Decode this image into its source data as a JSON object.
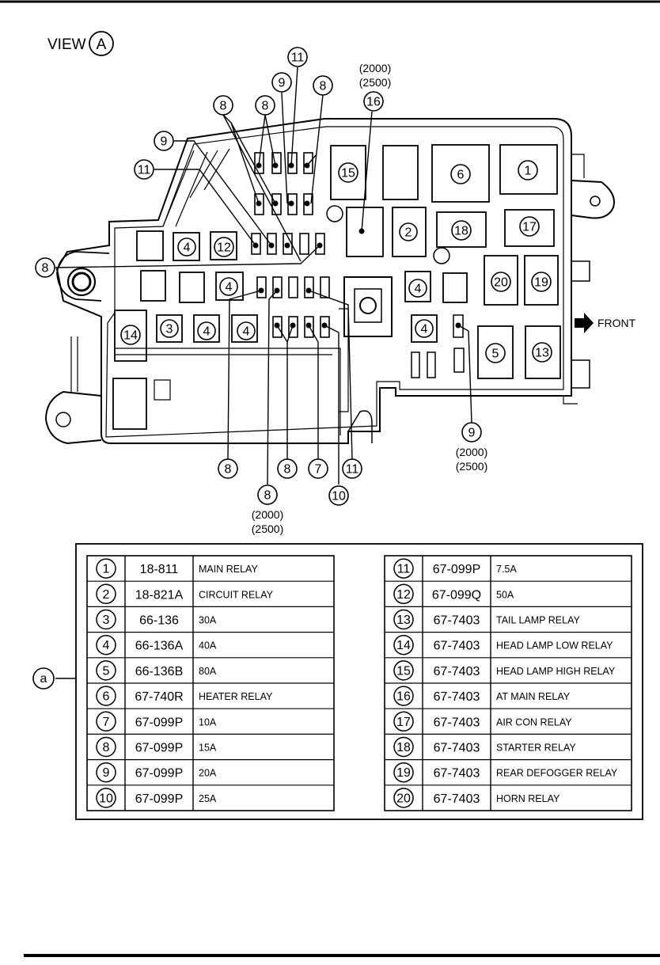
{
  "view": {
    "label": "VIEW",
    "letter": "A"
  },
  "front_label": "FRONT",
  "year_top": "(2000)",
  "year_bottom": "(2500)",
  "callouts": {
    "c1": "1",
    "c2": "2",
    "c3": "3",
    "c4": "4",
    "c5": "5",
    "c6": "6",
    "c7": "7",
    "c8": "8",
    "c9": "9",
    "c10": "10",
    "c11": "11",
    "c12": "12",
    "c13": "13",
    "c14": "14",
    "c15": "15",
    "c16": "16",
    "c17": "17",
    "c18": "18",
    "c19": "19",
    "c20": "20"
  },
  "legend_marker": "a",
  "table_left": [
    {
      "no": "1",
      "part": "18-811",
      "desc": "MAIN RELAY"
    },
    {
      "no": "2",
      "part": "18-821A",
      "desc": "CIRCUIT RELAY"
    },
    {
      "no": "3",
      "part": "66-136",
      "desc": "30A"
    },
    {
      "no": "4",
      "part": "66-136A",
      "desc": "40A"
    },
    {
      "no": "5",
      "part": "66-136B",
      "desc": "80A"
    },
    {
      "no": "6",
      "part": "67-740R",
      "desc": "HEATER RELAY"
    },
    {
      "no": "7",
      "part": "67-099P",
      "desc": "10A"
    },
    {
      "no": "8",
      "part": "67-099P",
      "desc": "15A"
    },
    {
      "no": "9",
      "part": "67-099P",
      "desc": "20A"
    },
    {
      "no": "10",
      "part": "67-099P",
      "desc": "25A"
    }
  ],
  "table_right": [
    {
      "no": "11",
      "part": "67-099P",
      "desc": "7.5A"
    },
    {
      "no": "12",
      "part": "67-099Q",
      "desc": "50A"
    },
    {
      "no": "13",
      "part": "67-7403",
      "desc": "TAIL LAMP RELAY"
    },
    {
      "no": "14",
      "part": "67-7403",
      "desc": "HEAD LAMP LOW RELAY"
    },
    {
      "no": "15",
      "part": "67-7403",
      "desc": "HEAD LAMP HIGH RELAY"
    },
    {
      "no": "16",
      "part": "67-7403",
      "desc": "AT MAIN RELAY"
    },
    {
      "no": "17",
      "part": "67-7403",
      "desc": "AIR CON RELAY"
    },
    {
      "no": "18",
      "part": "67-7403",
      "desc": "STARTER RELAY"
    },
    {
      "no": "19",
      "part": "67-7403",
      "desc": "REAR DEFOGGER RELAY"
    },
    {
      "no": "20",
      "part": "67-7403",
      "desc": "HORN RELAY"
    }
  ]
}
